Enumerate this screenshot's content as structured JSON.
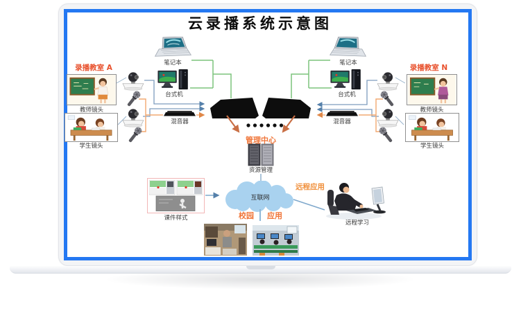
{
  "title": "云录播系统示意图",
  "classroom_a": {
    "label": "录播教室 A",
    "teacher_camera_label": "教师镜头",
    "student_camera_label": "学生镜头"
  },
  "classroom_n": {
    "label": "录播教室 N",
    "teacher_camera_label": "教师镜头",
    "student_camera_label": "学生镜头"
  },
  "equipment_left": {
    "laptop_label": "笔记本",
    "desktop_label": "台式机",
    "mixer_label": "混音器"
  },
  "equipment_right": {
    "laptop_label": "笔记本",
    "desktop_label": "台式机",
    "mixer_label": "混音器"
  },
  "center": {
    "management_center_label": "管理中心",
    "resource_management_label": "资源管理"
  },
  "network": {
    "internet_label": "互联网",
    "remote_app_label": "远程应用",
    "campus_label": "校园",
    "app_label": "应用",
    "courseware_label": "课件样式",
    "remote_learning_label": "远程学习"
  },
  "colors": {
    "screen_border_blue": "#2478f2",
    "classroom_label_red": "#e8512d",
    "accent_orange": "#f0763a",
    "line_green": "#7cc47c",
    "line_blue": "#7d9cbe",
    "line_orange": "#f2a870",
    "arrow_brown": "#c96f45",
    "cloud_blue": "#a9d2ef"
  }
}
